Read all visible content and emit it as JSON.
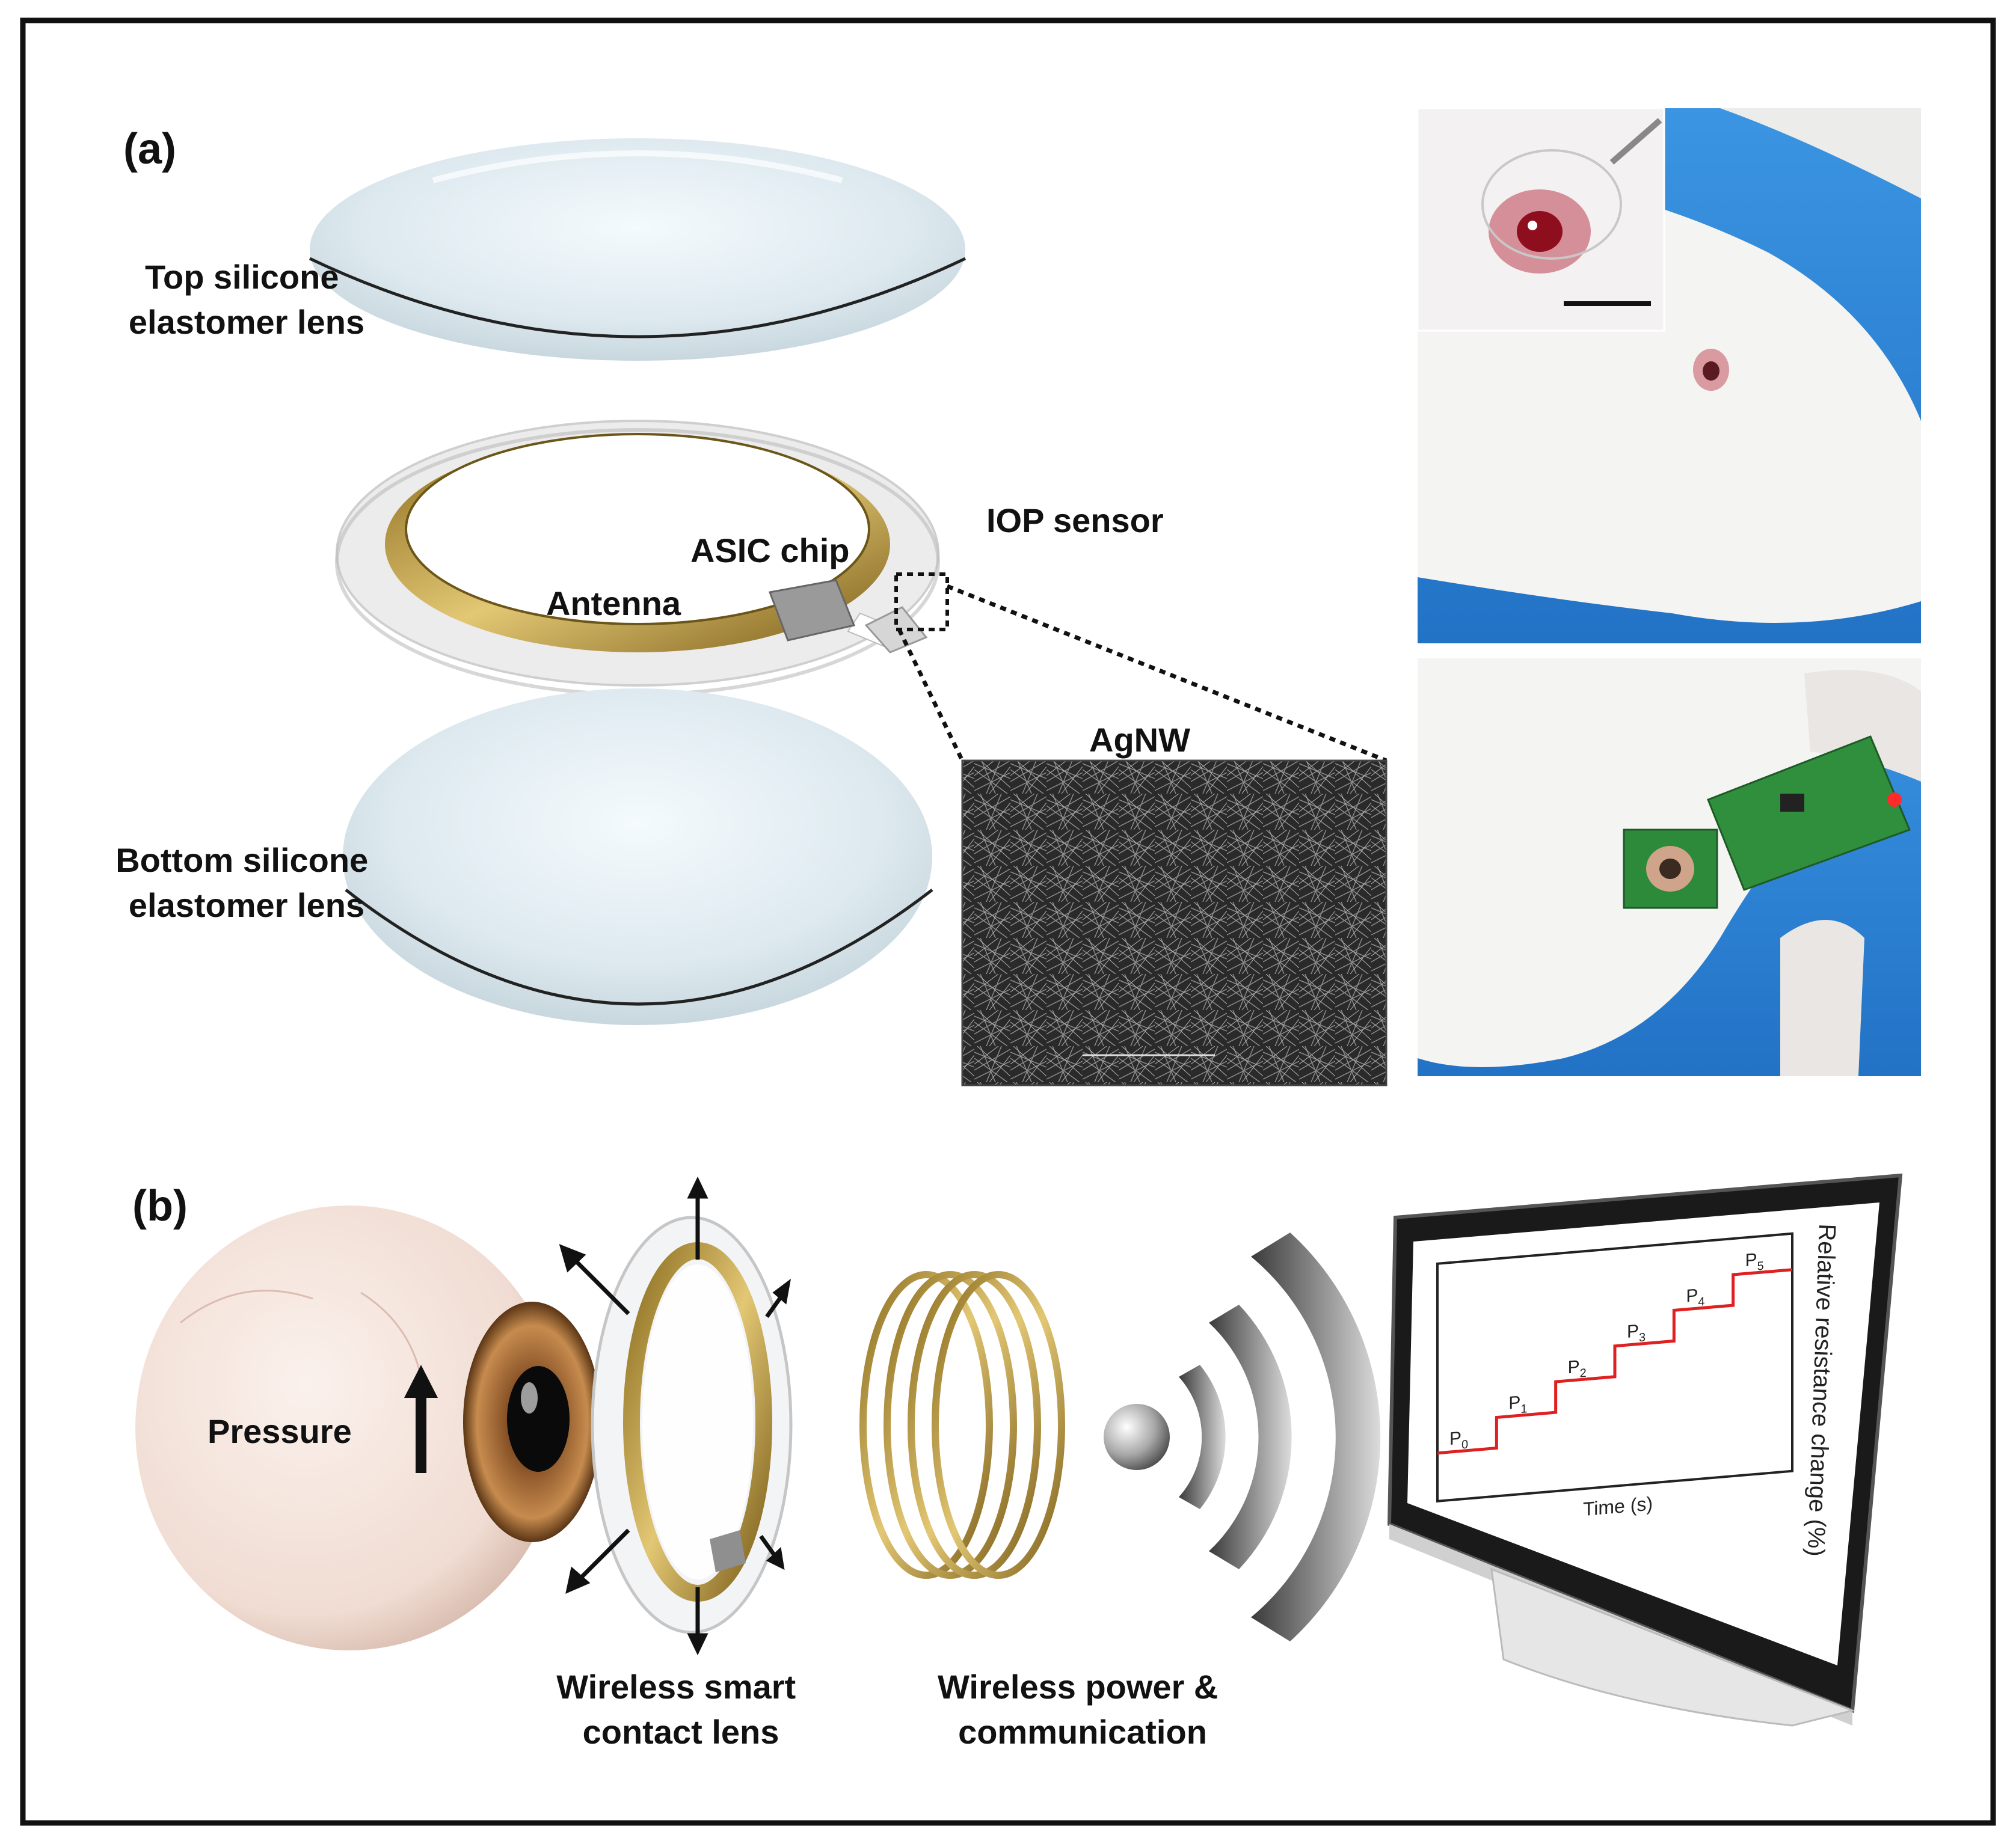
{
  "panel_a": {
    "label": "(a)",
    "top_lens": [
      "Top silicone",
      "elastomer lens"
    ],
    "asic_chip": "ASIC chip",
    "iop_sensor": "IOP sensor",
    "antenna": "Antenna",
    "agnw": "AgNW",
    "bottom_lens": [
      "Bottom silicone",
      "elastomer lens"
    ]
  },
  "panel_b": {
    "label": "(b)",
    "pressure": "Pressure",
    "smart_lens": [
      "Wireless smart",
      "contact lens"
    ],
    "wireless_power": [
      "Wireless power &",
      "communication"
    ]
  },
  "monitor_chart": {
    "type": "line",
    "xlabel": "Time (s)",
    "ylabel": "Relative resistance change (%)",
    "steps": [
      {
        "label": "P",
        "sub": "0",
        "level": 0
      },
      {
        "label": "P",
        "sub": "1",
        "level": 1
      },
      {
        "label": "P",
        "sub": "2",
        "level": 2
      },
      {
        "label": "P",
        "sub": "3",
        "level": 3
      },
      {
        "label": "P",
        "sub": "4",
        "level": 4
      },
      {
        "label": "P",
        "sub": "5",
        "level": 5
      }
    ],
    "line_color": "#e02020"
  },
  "colors": {
    "gold": "#b8962e",
    "frame": "#111111",
    "photo_blue": "#2f86d6",
    "fur": "#f2f2f0"
  },
  "icons": [
    "arrow-up-icon",
    "wireless-signal-icon",
    "monitor-icon",
    "eye-icon"
  ]
}
